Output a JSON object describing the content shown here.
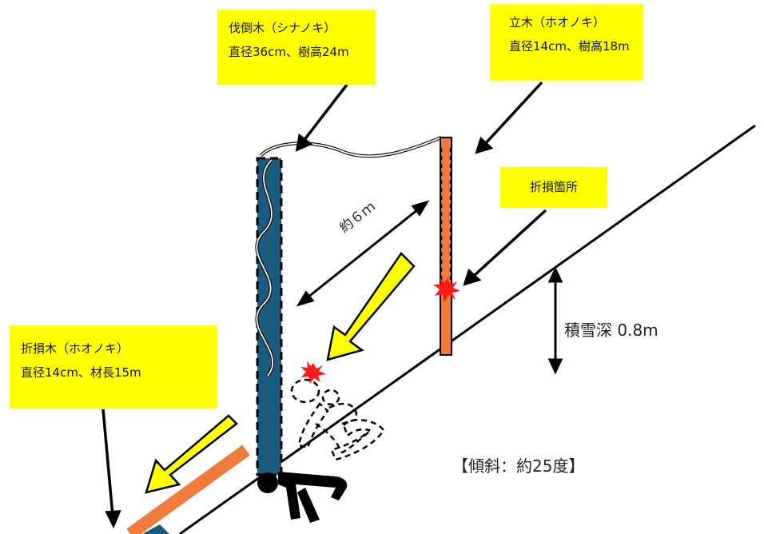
{
  "callouts": {
    "felled_tree": {
      "title": "伐倒木（シナノキ）",
      "detail": "直径36cm、樹高24m"
    },
    "standing_tree": {
      "title": "立木（ホオノキ）",
      "detail": "直径14cm、樹高18m"
    },
    "break_point": {
      "title": "折損箇所"
    },
    "broken_tree": {
      "title": "折損木（ホオノキ）",
      "detail": "直径14cm、材長15m"
    }
  },
  "labels": {
    "distance": "約６ｍ",
    "snow_depth": "積雪深 0.8m",
    "slope": "【傾斜：約25度】"
  },
  "colors": {
    "felled_tree": "#1a5b7e",
    "standing_tree": "#ee7b3b",
    "callout_bg": "#ffff00",
    "arrow_fill": "#ffff00",
    "impact": "#ff1a1a"
  }
}
